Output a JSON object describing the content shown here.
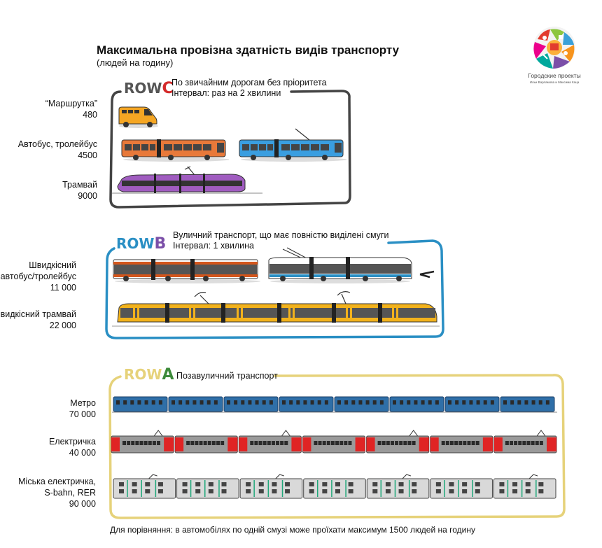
{
  "header": {
    "title": "Максимальна провізна здатність видів транспорту",
    "subtitle": "(людей на годину)"
  },
  "logo": {
    "title": "Городские проекты",
    "subtitle": "Ильи Варламова и Максима Каца"
  },
  "rows": [
    {
      "id": "C",
      "badge_prefix": "ROW",
      "badge_letter": "C",
      "prefix_color": "#555555",
      "letter_color": "#d42a2a",
      "frame_color": "#444444",
      "description_line1": "По звичайним дорогам без пріоритета",
      "description_line2": "Інтервал: раз на 2 хвилини",
      "items": [
        {
          "name": "“Маршрутка”",
          "capacity": "480",
          "vehicles": [
            "minibus-orange"
          ]
        },
        {
          "name": "Автобус, тролейбус",
          "capacity": "4500",
          "vehicles": [
            "articulated-bus-orange",
            "articulated-trolleybus-blue"
          ]
        },
        {
          "name": "Трамвай",
          "capacity": "9000",
          "vehicles": [
            "tram-purple"
          ]
        }
      ]
    },
    {
      "id": "B",
      "badge_prefix": "ROW",
      "badge_letter": "B",
      "prefix_color": "#2a8fc4",
      "letter_color": "#7b4fa8",
      "frame_color": "#2a8fc4",
      "description_line1": "Вуличний транспорт, що має повністю виділені смуги",
      "description_line2": "Інтервал: 1 хвилина",
      "items": [
        {
          "name_line1": "Швидкісний",
          "name_line2": "автобус/тролейбус",
          "capacity": "11 000",
          "vehicles": [
            "brt-bus-orange",
            "brt-trolleybus-blue"
          ]
        },
        {
          "name": "Швидкісний трамвай",
          "capacity": "22 000",
          "vehicles": [
            "light-rail-yellow"
          ]
        }
      ]
    },
    {
      "id": "A",
      "badge_prefix": "ROW",
      "badge_letter": "A",
      "prefix_color": "#e6d27a",
      "letter_color": "#3c8a3a",
      "frame_color": "#e6d27a",
      "description_line1": "Позавуличний транспорт",
      "items": [
        {
          "name": "Метро",
          "capacity": "70 000",
          "vehicles": [
            "metro-blue"
          ],
          "cars": 8
        },
        {
          "name": "Електричка",
          "capacity": "40 000",
          "vehicles": [
            "suburban-train-red"
          ],
          "cars": 7
        },
        {
          "name_line1": "Міська електричка,",
          "name_line2": "S-bahn, RER",
          "capacity": "90 000",
          "vehicles": [
            "double-decker-train-green"
          ],
          "cars": 7
        }
      ]
    }
  ],
  "footer": {
    "note": "Для порівняння: в автомобілях по одній смузі може проїхати максимум 1500 людей на годину"
  }
}
